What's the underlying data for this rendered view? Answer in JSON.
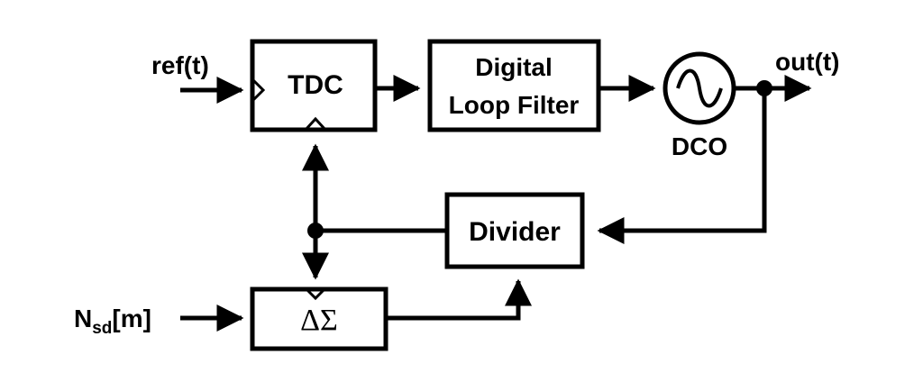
{
  "inputs": {
    "ref": "ref(t)",
    "nsd_main": "N",
    "nsd_sub": "sd",
    "nsd_tail": "[m]"
  },
  "outputs": {
    "out": "out(t)"
  },
  "blocks": {
    "tdc": "TDC",
    "loop_filter_line1": "Digital",
    "loop_filter_line2": "Loop Filter",
    "dco": "DCO",
    "divider": "Divider",
    "delta_sigma": "ΔΣ"
  }
}
